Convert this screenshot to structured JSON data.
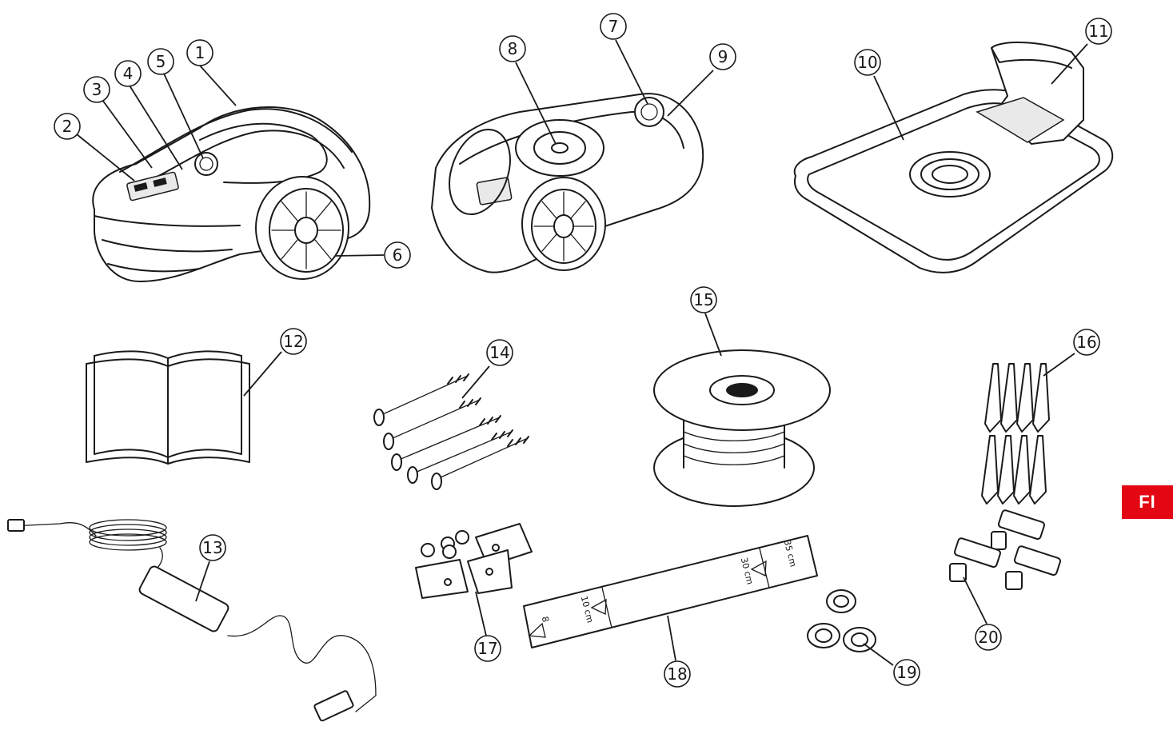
{
  "callouts": [
    {
      "id": "c1",
      "label": "1"
    },
    {
      "id": "c2",
      "label": "2"
    },
    {
      "id": "c3",
      "label": "3"
    },
    {
      "id": "c4",
      "label": "4"
    },
    {
      "id": "c5",
      "label": "5"
    },
    {
      "id": "c6",
      "label": "6"
    },
    {
      "id": "c7",
      "label": "7"
    },
    {
      "id": "c8",
      "label": "8"
    },
    {
      "id": "c9",
      "label": "9"
    },
    {
      "id": "c10",
      "label": "10"
    },
    {
      "id": "c11",
      "label": "11"
    },
    {
      "id": "c12",
      "label": "12"
    },
    {
      "id": "c13",
      "label": "13"
    },
    {
      "id": "c14",
      "label": "14"
    },
    {
      "id": "c15",
      "label": "15"
    },
    {
      "id": "c16",
      "label": "16"
    },
    {
      "id": "c17",
      "label": "17"
    },
    {
      "id": "c18",
      "label": "18"
    },
    {
      "id": "c19",
      "label": "19"
    },
    {
      "id": "c20",
      "label": "20"
    }
  ],
  "gauge": {
    "mark_a": "8",
    "mark_b": "10 cm",
    "mark_c": "30 cm",
    "mark_d": "35 cm"
  },
  "language_tab": {
    "label": "FI",
    "color": "#e30613"
  }
}
